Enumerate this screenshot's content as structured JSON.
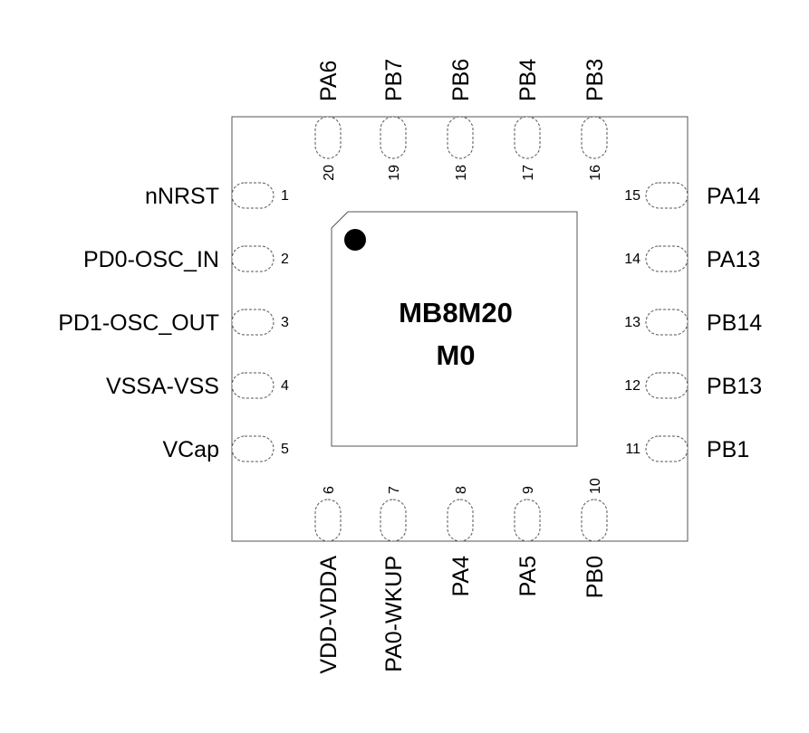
{
  "chip": {
    "name_line1": "MB8M20",
    "name_line2": "M0"
  },
  "pins": {
    "left": [
      {
        "number": "1",
        "label": "nNRST"
      },
      {
        "number": "2",
        "label": "PD0-OSC_IN"
      },
      {
        "number": "3",
        "label": "PD1-OSC_OUT"
      },
      {
        "number": "4",
        "label": "VSSA-VSS"
      },
      {
        "number": "5",
        "label": "VCap"
      }
    ],
    "bottom": [
      {
        "number": "6",
        "label": "VDD-VDDA"
      },
      {
        "number": "7",
        "label": "PA0-WKUP"
      },
      {
        "number": "8",
        "label": "PA4"
      },
      {
        "number": "9",
        "label": "PA5"
      },
      {
        "number": "10",
        "label": "PB0"
      }
    ],
    "right": [
      {
        "number": "11",
        "label": "PB1"
      },
      {
        "number": "12",
        "label": "PB13"
      },
      {
        "number": "13",
        "label": "PB14"
      },
      {
        "number": "14",
        "label": "PA13"
      },
      {
        "number": "15",
        "label": "PA14"
      }
    ],
    "top": [
      {
        "number": "16",
        "label": "PB3"
      },
      {
        "number": "17",
        "label": "PB4"
      },
      {
        "number": "18",
        "label": "PB6"
      },
      {
        "number": "19",
        "label": "PB7"
      },
      {
        "number": "20",
        "label": "PA6"
      }
    ]
  }
}
